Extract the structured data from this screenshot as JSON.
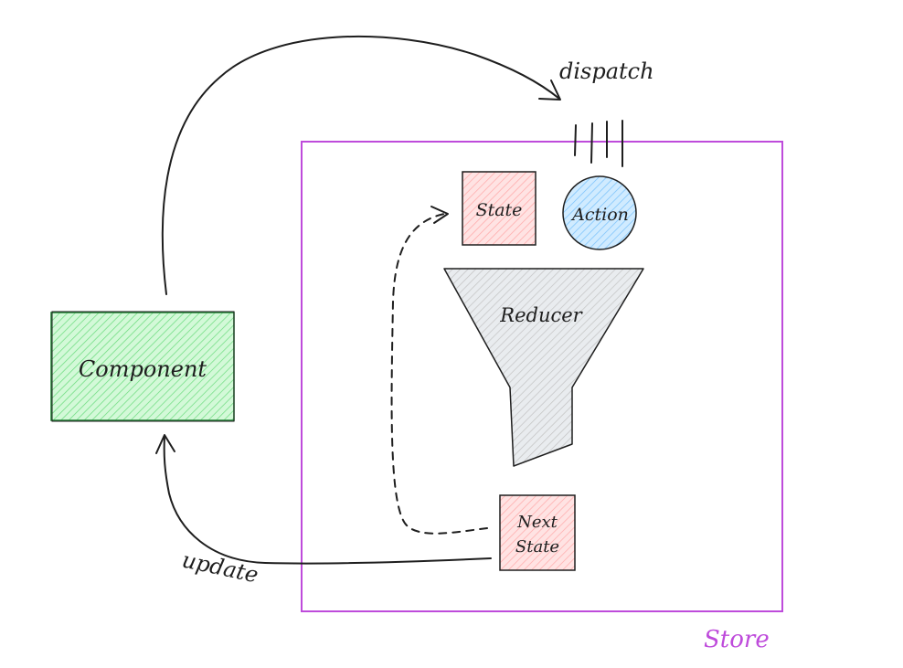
{
  "labels": {
    "dispatch": "dispatch",
    "update": "update",
    "store": "Store",
    "state": "State",
    "action": "Action",
    "reducer": "Reducer",
    "component": "Component",
    "next_state_line1": "Next",
    "next_state_line2": "State"
  },
  "colors": {
    "store_border": "#be4bdb",
    "component_fill": "#b2f2bb",
    "component_stroke": "#40a05a",
    "state_fill": "#ffc9c9",
    "action_fill": "#a5d8ff",
    "reducer_fill": "#dcdcdc",
    "ink": "#1e1e1e"
  }
}
